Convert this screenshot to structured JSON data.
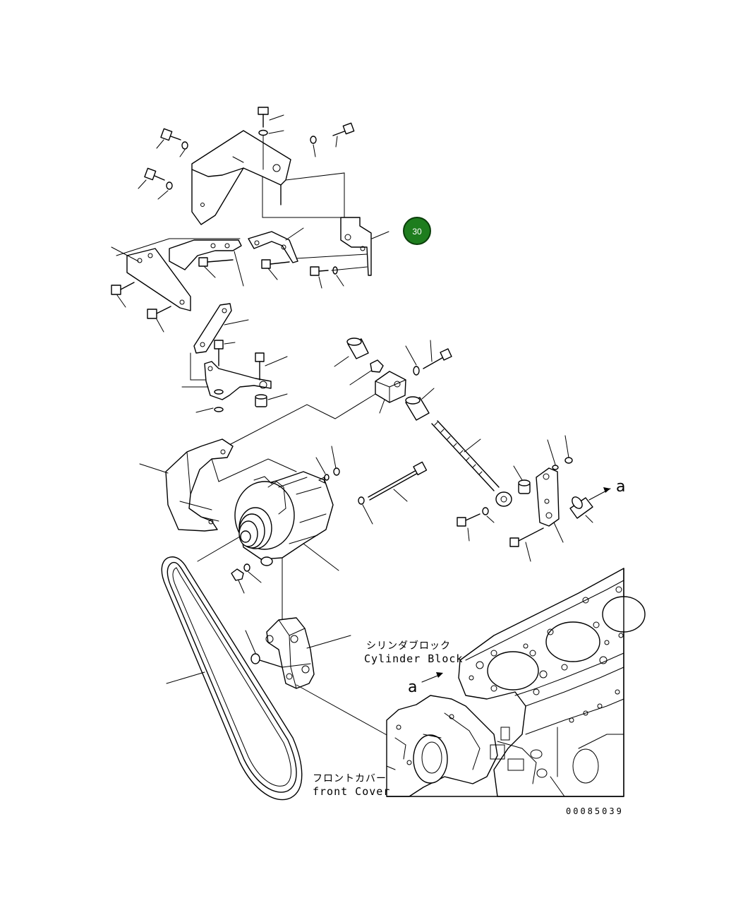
{
  "labels": {
    "cylinder_block_jp": "シリンダブロック",
    "cylinder_block_en": "Cylinder Block",
    "front_cover_jp": "フロントカバー",
    "front_cover_en": "front Cover",
    "view_arrow": "a",
    "drawing_code": "00085039"
  },
  "callout": {
    "number": "30",
    "color": "#1e7d1e"
  }
}
